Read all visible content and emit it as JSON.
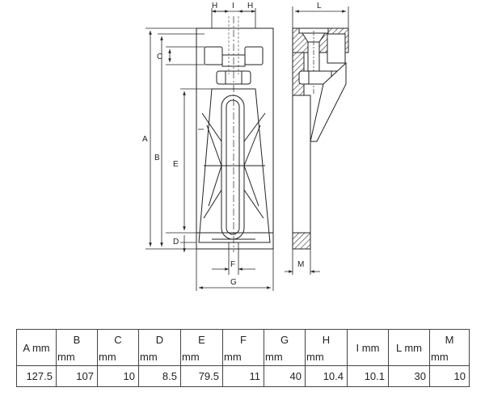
{
  "drawing": {
    "dim_labels": {
      "A": "A",
      "B": "B",
      "C": "C",
      "D": "D",
      "E": "E",
      "F": "F",
      "G": "G",
      "H1": "H",
      "I": "I",
      "H2": "H",
      "L": "L",
      "M": "M"
    }
  },
  "table": {
    "headers": [
      {
        "letter": "A",
        "unit": "mm",
        "inline": true
      },
      {
        "letter": "B",
        "unit": "mm",
        "inline": false
      },
      {
        "letter": "C",
        "unit": "mm",
        "inline": false
      },
      {
        "letter": "D",
        "unit": "mm",
        "inline": false
      },
      {
        "letter": "E",
        "unit": "mm",
        "inline": false
      },
      {
        "letter": "F",
        "unit": "mm",
        "inline": false
      },
      {
        "letter": "G",
        "unit": "mm",
        "inline": false
      },
      {
        "letter": "H",
        "unit": "mm",
        "inline": false
      },
      {
        "letter": "I",
        "unit": "mm",
        "inline": true
      },
      {
        "letter": "L",
        "unit": "mm",
        "inline": true
      },
      {
        "letter": "M",
        "unit": "mm",
        "inline": false
      }
    ],
    "values": [
      "127.5",
      "107",
      "10",
      "8.5",
      "79.5",
      "11",
      "40",
      "10.4",
      "10.1",
      "30",
      "10"
    ]
  }
}
